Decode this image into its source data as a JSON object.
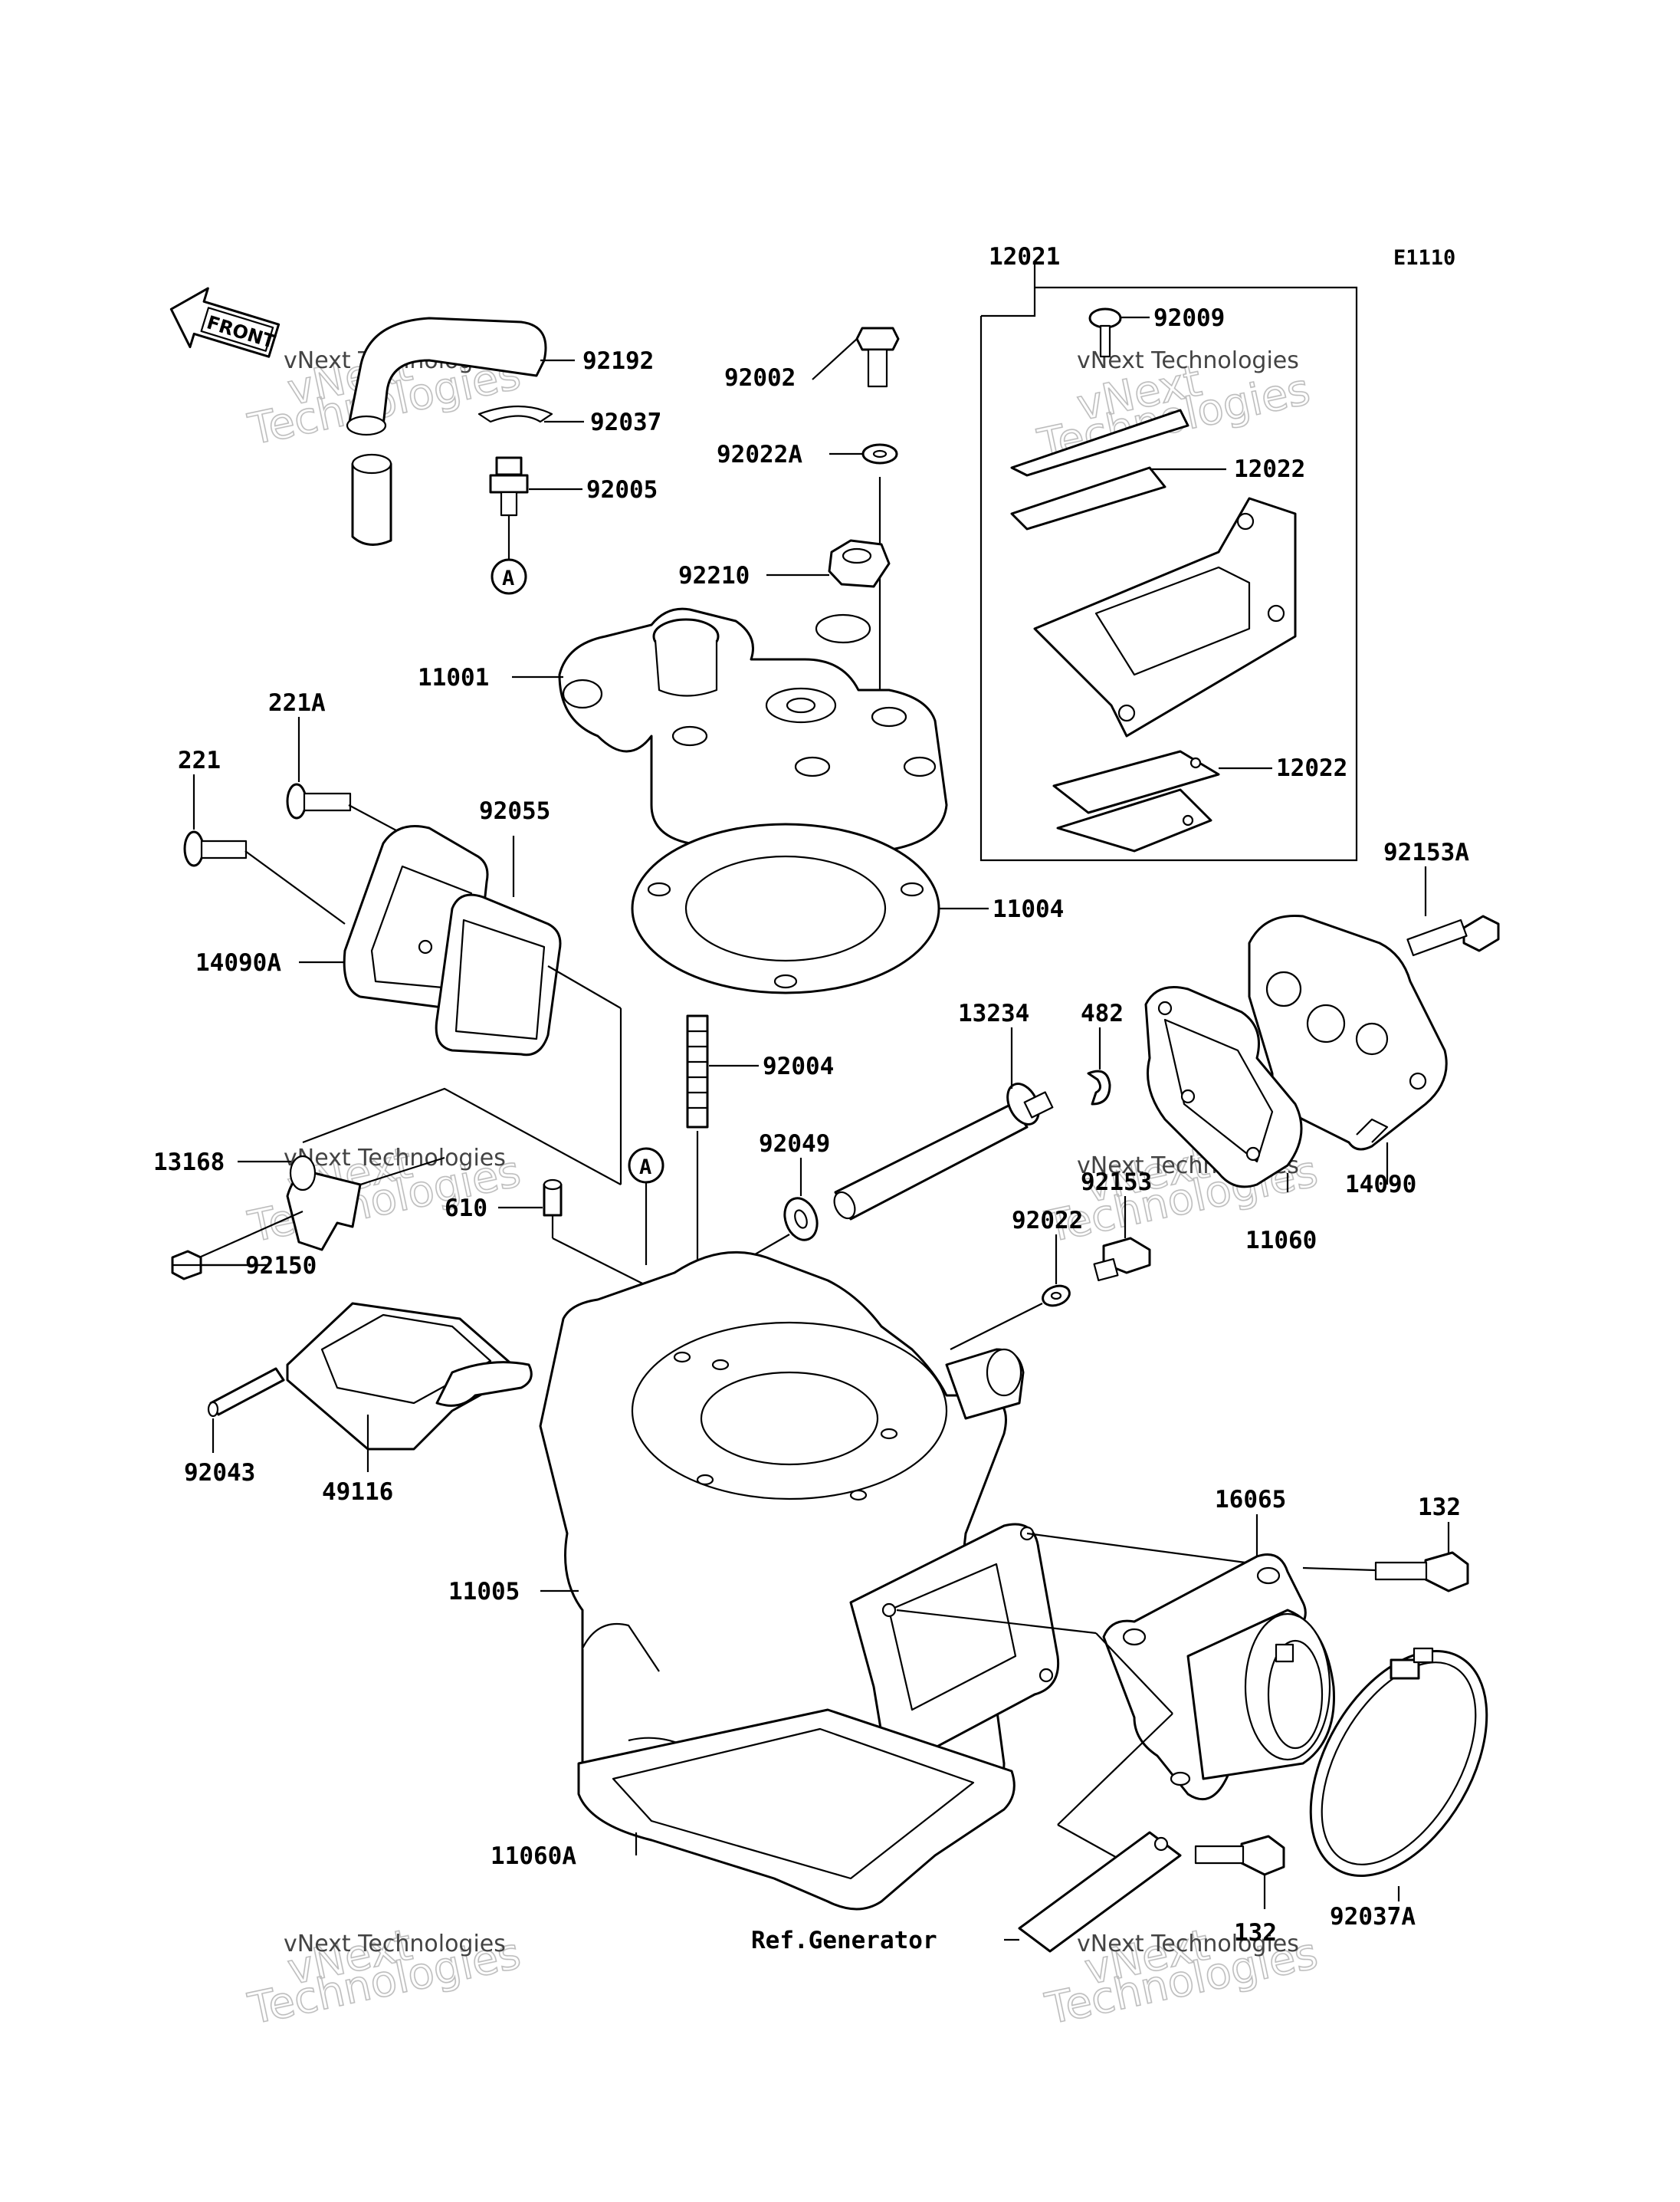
{
  "diagram_code": "E1110",
  "front_label": "FRONT",
  "watermark": {
    "line1": "vNext Technologies",
    "line2": "Technologies",
    "line3": "vNext"
  },
  "ref_note": "Ref.Generator",
  "circle_ref": "A",
  "labels": {
    "p12021": "12021",
    "p92009": "92009",
    "p12022a": "12022",
    "p12022b": "12022",
    "p92192": "92192",
    "p92037": "92037",
    "p92005": "92005",
    "p92002": "92002",
    "p92022A": "92022A",
    "p92210": "92210",
    "p11001": "11001",
    "p221A": "221A",
    "p221": "221",
    "p92055": "92055",
    "p14090A": "14090A",
    "p11004": "11004",
    "p92153A": "92153A",
    "p13234": "13234",
    "p482": "482",
    "p92004": "92004",
    "p92049": "92049",
    "p92153": "92153",
    "p92022": "92022",
    "p14090": "14090",
    "p11060": "11060",
    "p13168": "13168",
    "p610": "610",
    "p92150": "92150",
    "p92043": "92043",
    "p49116": "49116",
    "p16065": "16065",
    "p132a": "132",
    "p132b": "132",
    "p11005": "11005",
    "p11060A": "11060A",
    "p92037A": "92037A"
  }
}
